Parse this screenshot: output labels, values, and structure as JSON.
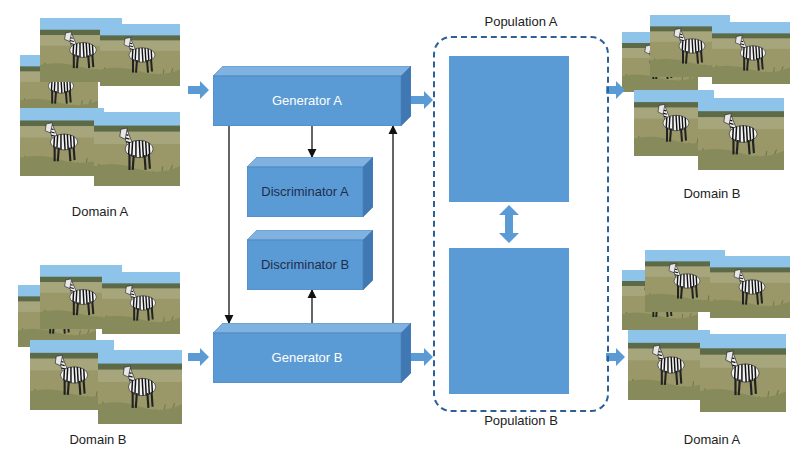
{
  "diagram": {
    "nodes": [
      {
        "text": [
          "Generator A"
        ]
      },
      {
        "text": [
          "Discriminator A"
        ]
      },
      {
        "text": [
          "Discriminator B"
        ]
      },
      {
        "text": [
          "Generator B"
        ]
      },
      {
        "text": [
          "Population A",
          "Population B"
        ]
      }
    ],
    "edges": [
      {
        "from": 0,
        "to": 1,
        "arrow": "to"
      },
      {
        "from": 0,
        "to": 3,
        "arrow": "to"
      },
      {
        "from": 3,
        "to": 0,
        "arrow": "to"
      },
      {
        "from": 3,
        "to": 2,
        "arrow": "to"
      },
      {
        "from": 0,
        "to": 4,
        "arrow": "to"
      },
      {
        "from": 3,
        "to": 4,
        "arrow": "to"
      }
    ],
    "labels": [
      "Domain A",
      "Domain B",
      "Domain B",
      "Domain A"
    ]
  }
}
